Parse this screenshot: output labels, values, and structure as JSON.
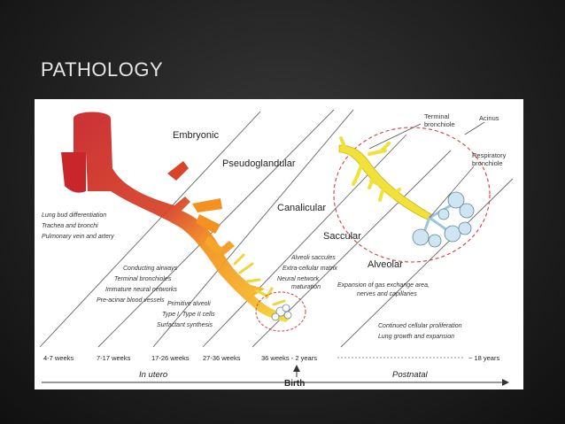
{
  "slide": {
    "title": "PATHOLOGY"
  },
  "diagram": {
    "stages": [
      "Embryonic",
      "Pseudoglandular",
      "Canalicular",
      "Saccular",
      "Alveolar"
    ],
    "callouts": {
      "terminal_bronchiole": [
        "Terminal",
        "bronchiole"
      ],
      "acinus": "Acinus",
      "respiratory_bronchiole": [
        "Respiratory",
        "bronchiole"
      ]
    },
    "notes": {
      "embryonic": [
        "Lung bud differentiation",
        "Trachea and bronchi",
        "Pulmonary vein and artery"
      ],
      "pseudoglandular": [
        "Conducting airways",
        "Terminal bronchioles",
        "Immature neural networks",
        "Pre-acinar blood vessels"
      ],
      "canalicular": [
        "Primitive alveoli",
        "Type I, Type II cells",
        "Surfactant synthesis"
      ],
      "saccular": [
        "Alveoli saccules",
        "Extra-cellular matrix",
        "Neural network",
        "maturation"
      ],
      "alveolar": [
        "Expansion of gas exchange area,",
        "nerves and capillaries"
      ],
      "postnatal": [
        "Continued cellular proliferation",
        "Lung growth and expansion"
      ]
    },
    "timeline": {
      "ticks": [
        "4-7 weeks",
        "7-17 weeks",
        "17-26 weeks",
        "27-36 weeks",
        "36 weeks - 2 years",
        "~ 18 years"
      ],
      "in_utero": "In utero",
      "birth": "Birth",
      "postnatal": "Postnatal"
    },
    "colors": {
      "trachea": "#c8262a",
      "orange": "#f39221",
      "yellow": "#f0e23a",
      "acinus": "#b9d9ea",
      "dash_circle": "#d93a3a",
      "line": "#333333"
    }
  }
}
